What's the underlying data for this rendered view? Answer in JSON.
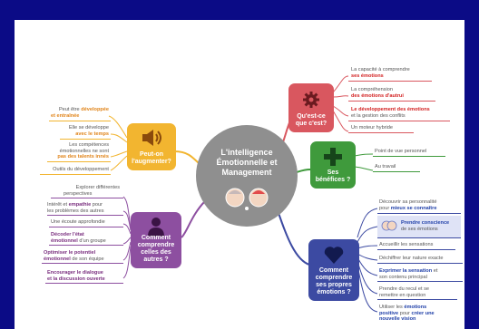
{
  "center": {
    "line1": "L'intelligence",
    "line2": "Émotionnelle et",
    "line3": "Management",
    "icon": "two-heads-brain-heart-icon"
  },
  "branches": {
    "what": {
      "label1": "Qu'est-ce",
      "label2": "que c'est?",
      "icon": "gear-icon",
      "color": "#d9575f",
      "items": {
        "i1a": "La capacité à comprendre",
        "i1b": "ses émotions",
        "i2a": "La compréhension",
        "i2b": "des émotions d'autrui",
        "i3a": "Le développement des émotions",
        "i3b": "et la gestion des conflits",
        "i4": "Un moteur hybride"
      }
    },
    "benefits": {
      "label1": "Ses",
      "label2": "bénéfices ?",
      "icon": "plus-icon",
      "color": "#3f9a3c",
      "items": {
        "i1": "Point de vue personnel",
        "i2": "Au travail"
      }
    },
    "increase": {
      "label1": "Peut-on",
      "label2": "l'augmenter?",
      "icon": "megaphone-icon",
      "color": "#f2b530",
      "items": {
        "i1a": "Peut être",
        "i1b": "développée",
        "i1c": "et entraînée",
        "i2a": "Elle se développe",
        "i2b": "avec le temps",
        "i3a": "Les compétences",
        "i3b": "émotionnelles ne sont",
        "i3c": "pas des talents innés",
        "i4": "Outils du développement"
      }
    },
    "others": {
      "label1": "Comment",
      "label2": "comprendre",
      "label3": "celles des",
      "label4": "autres ?",
      "icon": "person-icon",
      "color": "#8d4fa0",
      "items": {
        "i1a": "Explorer différentes",
        "i1b": "perspectives",
        "i2a": "Intérêt et",
        "i2b": "empathie",
        "i2c": "pour",
        "i2d": "les problèmes des autres",
        "i3": "Une écoute approfondie",
        "i4a": "Décoder l'état",
        "i4b": "émotionnel",
        "i4c": "d'un groupe",
        "i5a": "Optimiser le potentiel",
        "i5b": "émotionnel",
        "i5c": "de son équipe",
        "i6a": "Encourager le dialogue",
        "i6b": "et la discussion ouverte"
      }
    },
    "own": {
      "label1": "Comment",
      "label2": "comprendre",
      "label3": "ses propres",
      "label4": "émotions ?",
      "icon": "heart-icon",
      "color": "#3c4aa2",
      "items": {
        "i1a": "Découvrir sa personnalité",
        "i1b": "pour",
        "i1c": "mieux se connaître",
        "i2a": "Prendre conscience",
        "i2b": "de ses émotions",
        "i3": "Accueillir les sensations",
        "i4": "Déchiffrer leur nature exacte",
        "i5a": "Exprimer la sensation",
        "i5b": "et",
        "i5c": "son contenu principal",
        "i6a": "Prendre du recul et se",
        "i6b": "remettre en question",
        "i7a": "Utiliser les",
        "i7b": "émotions",
        "i7c": "positive",
        "i7d": "pour",
        "i7e": "créer une",
        "i7f": "nouvelle vision"
      }
    }
  }
}
